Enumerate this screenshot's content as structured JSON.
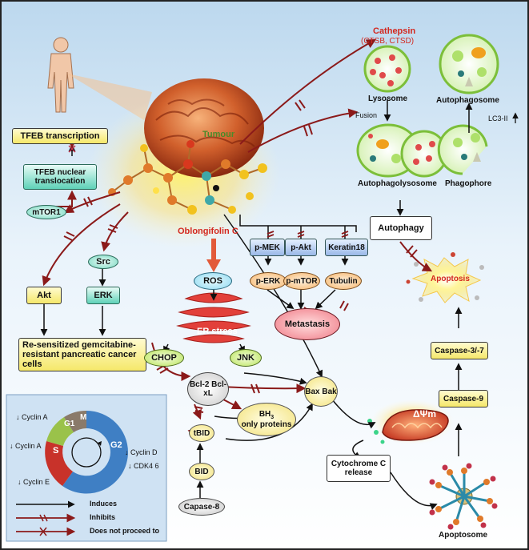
{
  "tumour": "Tumour",
  "drug": "Oblongifolin C",
  "tfeb": {
    "transcription": "TFEB transcription",
    "nuclear": "TFEB nuclear translocation",
    "mtor1": "mTOR1"
  },
  "left": {
    "akt": "Akt",
    "src": "Src",
    "erk": "ERK",
    "resensitized": "Re-sensitized gemcitabine-resistant pancreatic cancer cells"
  },
  "cycle": {
    "phases": [
      "M",
      "G1",
      "S",
      "G2"
    ],
    "cyclin_a_top": "Cyclin A",
    "cyclin_a_left": "Cyclin A",
    "cyclin_d": "Cyclin D",
    "cdk": "CDK4 6",
    "cyclin_e": "Cyclin E",
    "colors": {
      "M": "#8a7a6a",
      "G1": "#9ac24a",
      "S": "#c8322a",
      "G2": "#3f7fc4"
    }
  },
  "legend": {
    "induces": "Induces",
    "inhibits": "Inhibits",
    "not_proceed": "Does not proceed to"
  },
  "ros": {
    "ros": "ROS",
    "er": "ER stress",
    "chop": "CHOP",
    "jnk": "JNK",
    "bcl": "Bcl-2 Bcl-xL",
    "bh3": "only proteins",
    "bh3_prefix": "BH",
    "bh3_sub": "3",
    "tbid": "tBID",
    "bid": "BID",
    "capase8": "Capase-8"
  },
  "meta": {
    "pmek": "p-MEK",
    "pakt": "p-Akt",
    "keratin": "Keratin18",
    "perk": "p-ERK",
    "pmtor": "p-mTOR",
    "tubulin": "Tubulin",
    "metastasis": "Metastasis"
  },
  "auto": {
    "cathepsin": "Cathepsin",
    "ctsb": "(CTSB, CTSD)",
    "lysosome": "Lysosome",
    "autophagosome": "Autophagosome",
    "fusion": "Fusion",
    "lc3": "LC3-II",
    "autophagolysosome": "Autophagolysosome",
    "phagophore": "Phagophore",
    "autophagy": "Autophagy",
    "apoptosis": "Apoptosis"
  },
  "mito": {
    "bax": "Bax Bak",
    "psi": "ΔΨm",
    "cytc": "Cytochrome C release",
    "apoptosome": "Apoptosome",
    "casp9": "Caspase-9",
    "casp37": "Caspase-3/-7"
  },
  "accent": {
    "red_arrow": "#8b1a1a",
    "drug_red": "#d3271e",
    "panel_blue": "#cfe2f3"
  }
}
